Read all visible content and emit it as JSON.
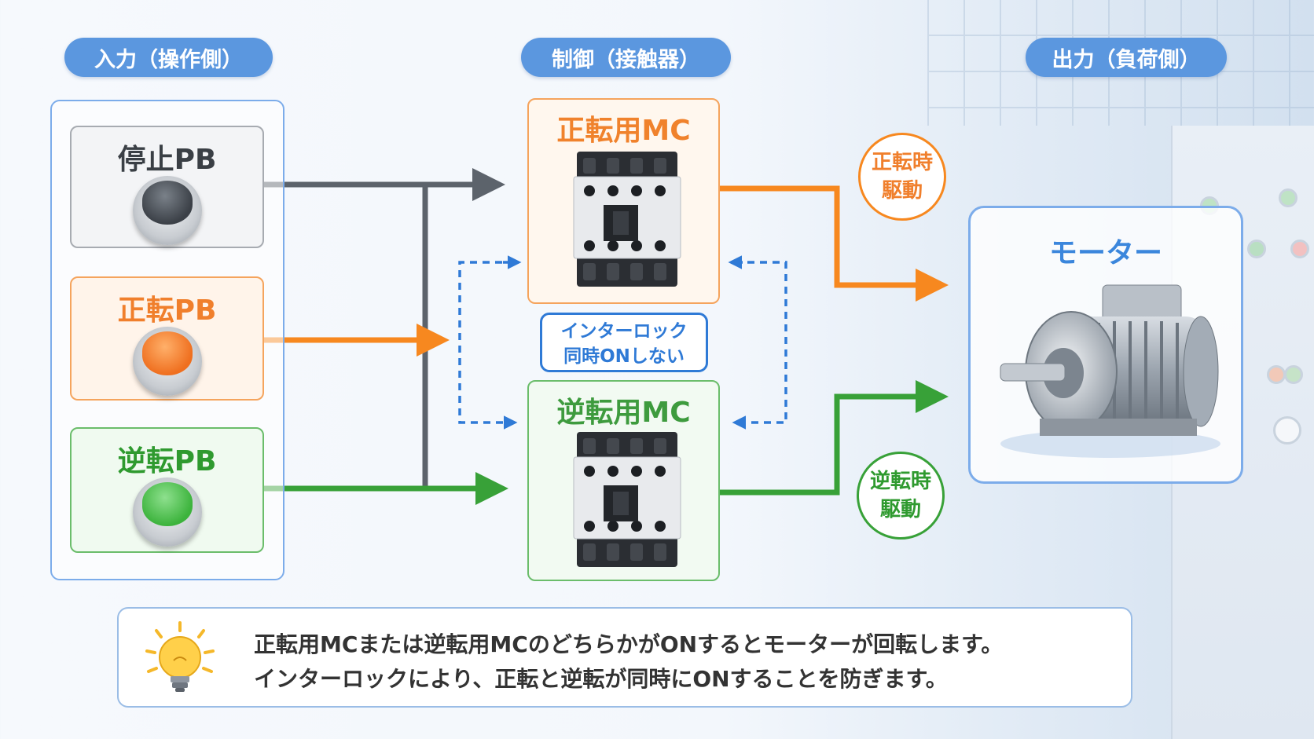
{
  "headers": {
    "input": "入力（操作側）",
    "control": "制御（接触器）",
    "output": "出力（負荷側）"
  },
  "push_buttons": {
    "stop": {
      "label": "停止PB",
      "color": "#4a5058"
    },
    "forward": {
      "label": "正転PB",
      "color": "#f07f2c"
    },
    "reverse": {
      "label": "逆転PB",
      "color": "#3fae3f"
    }
  },
  "contactors": {
    "forward": {
      "label": "正転用MC",
      "color": "#f0822c"
    },
    "reverse": {
      "label": "逆転用MC",
      "color": "#3e9b3e"
    }
  },
  "interlock": {
    "line1": "インターロック",
    "line2": "同時ONしない"
  },
  "drive": {
    "forward": {
      "line1": "正転時",
      "line2": "駆動"
    },
    "reverse": {
      "line1": "逆転時",
      "line2": "駆動"
    }
  },
  "motor": {
    "label": "モーター"
  },
  "note": {
    "line1": "正転用MCまたは逆転用MCのどちらかがONするとモーターが回転します。",
    "line2": "インターロックにより、正転と逆転が同時にONすることを防ぎます。"
  },
  "colors": {
    "stop_line": "#5c636b",
    "forward": "#f7881f",
    "reverse": "#38a138",
    "interlock": "#2f7ad6",
    "header": "#5b97df"
  }
}
